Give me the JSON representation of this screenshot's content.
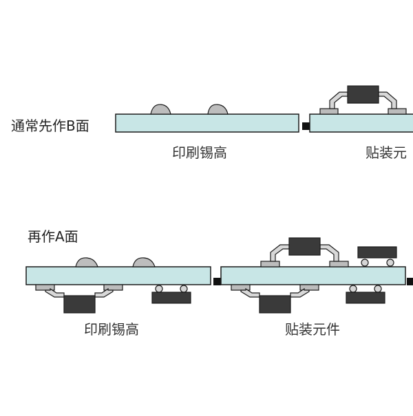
{
  "steps": {
    "b_side": {
      "side_label": "通常先作B面",
      "print_caption": "印刷锡高",
      "place_caption": "贴装元"
    },
    "a_side": {
      "side_label": "再作A面",
      "print_caption": "印刷锡高",
      "place_caption": "贴装元件"
    }
  },
  "colors": {
    "board": "#c8e6e6",
    "outline": "#1a1a1a",
    "pad": "#bcbcbc",
    "solder": "#bdbdbd",
    "chip": "#3a3a3a",
    "lead": "#d8d8d8",
    "ball": "#d6d6d6",
    "connector": "#111111"
  }
}
